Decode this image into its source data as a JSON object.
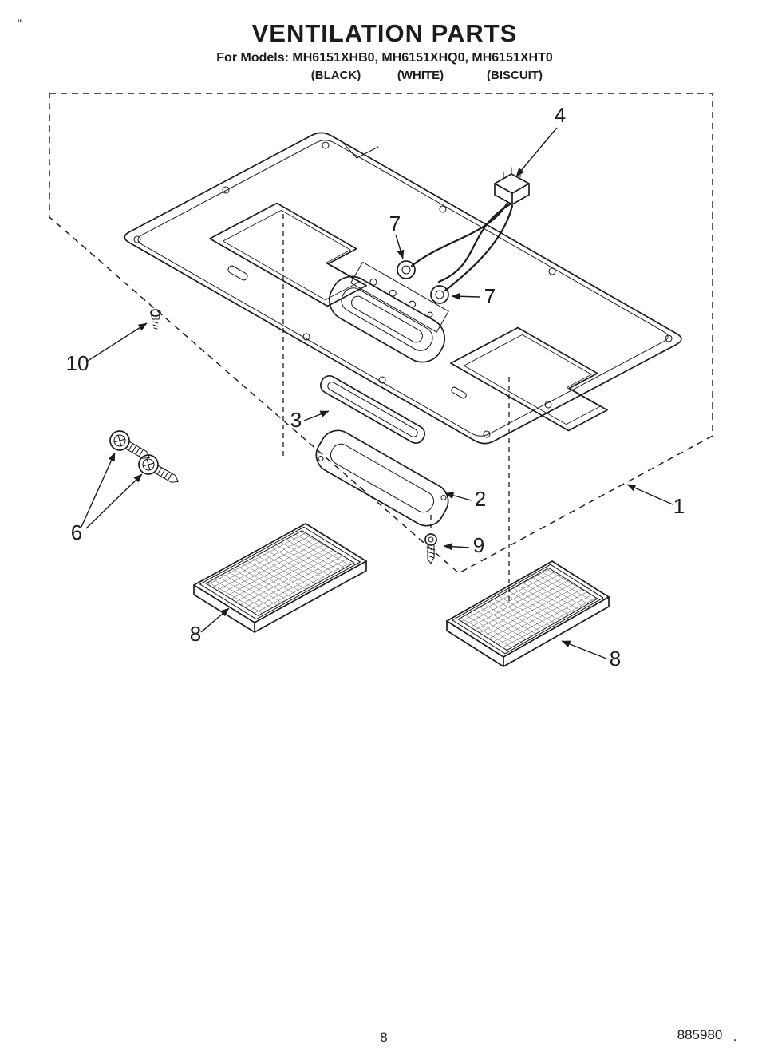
{
  "page": {
    "background": "#ffffff",
    "ink_color": "#1c1c1c"
  },
  "header": {
    "title": "VENTILATION PARTS",
    "models_line": "For Models: MH6151XHB0, MH6151XHQ0, MH6151XHT0",
    "color_black": "(BLACK)",
    "color_white": "(WHITE)",
    "color_biscuit": "(BISCUIT)"
  },
  "callouts": {
    "panel": "1",
    "grille": "2",
    "strip": "3",
    "harness": "4",
    "screws": "6",
    "terminal_a": "7",
    "terminal_b": "7",
    "filter_left": "8",
    "filter_right": "8",
    "screw_single": "9",
    "fastener": "10"
  },
  "footer": {
    "page_number": "8",
    "doc_number": "885980",
    "doc_suffix": "."
  },
  "marks": {
    "top_left": "\""
  }
}
